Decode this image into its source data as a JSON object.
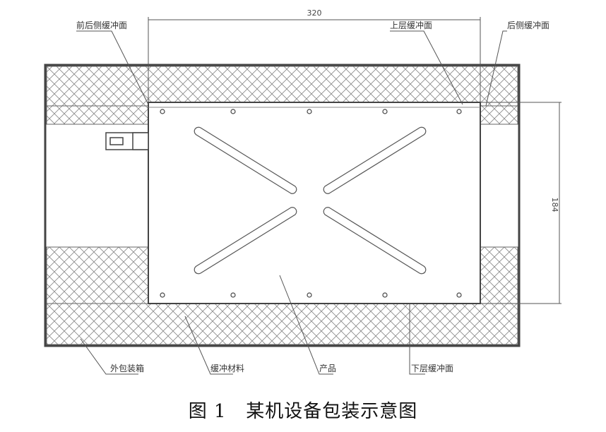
{
  "dimensions": {
    "width": "320",
    "height": "184"
  },
  "labels": {
    "front_cushion": "前后侧缓冲面",
    "top_cushion": "上层缓冲面",
    "rear_cushion": "后侧缓冲面",
    "outer_box": "外包装箱",
    "buffer_material": "缓冲材料",
    "product": "产品",
    "bottom_cushion": "下层缓冲面"
  },
  "caption": "图 1   某机设备包装示意图"
}
